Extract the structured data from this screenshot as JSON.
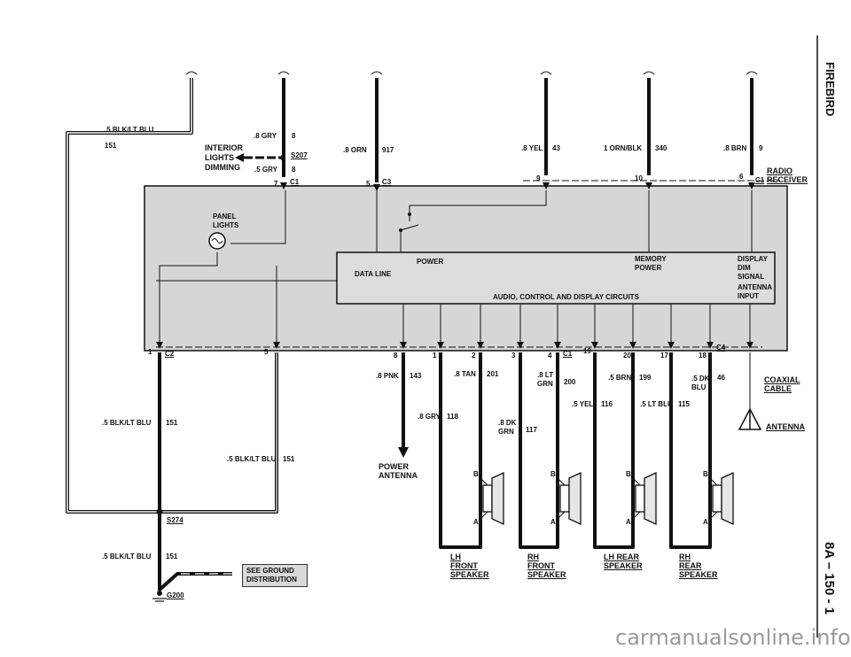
{
  "page": {
    "side_title": "FIREBIRD",
    "page_number": "8A – 150 - 1",
    "watermark": "carmanualsonline.info"
  },
  "component": {
    "name": "RADIO RECEIVER",
    "panel_lights": "PANEL LIGHTS",
    "data_line": "DATA LINE",
    "power": "POWER",
    "memory_power": "MEMORY POWER",
    "display_dim_signal": "DISPLAY DIM SIGNAL",
    "antenna_input": "ANTENNA INPUT",
    "circuits": "AUDIO, CONTROL AND DISPLAY CIRCUITS"
  },
  "connectors": {
    "c1": "C1",
    "c2": "C2",
    "c3": "C3",
    "c4": "C4",
    "s207": "S207",
    "s274": "S274",
    "g200": "G200"
  },
  "pins": {
    "c1_7": "7",
    "c3_5": "5",
    "c1_9": "9",
    "c1_10": "10",
    "c1_6": "6",
    "c2_1": "1",
    "c2_5": "5",
    "c4_8": "8",
    "c4_1": "1",
    "c4_2": "2",
    "c4_3": "3",
    "c4_4": "4",
    "c4_19": "19",
    "c4_20": "20",
    "c4_17": "17",
    "c4_18": "18"
  },
  "interior": {
    "label_1": "INTERIOR",
    "label_2": "LIGHTS",
    "label_3": "DIMMING"
  },
  "wires": {
    "w_blk_top": {
      "gauge": ".5 BLK/LT BLU",
      "circuit": "151"
    },
    "w_gry_8_top": {
      "gauge": ".8 GRY",
      "circuit": "8"
    },
    "w_gry_5": {
      "gauge": ".5 GRY",
      "circuit": "8"
    },
    "w_orn": {
      "gauge": ".8 ORN",
      "circuit": "917"
    },
    "w_yel": {
      "gauge": ".8 YEL",
      "circuit": "43"
    },
    "w_orn_blk": {
      "gauge": "1 ORN/BLK",
      "circuit": "340"
    },
    "w_brn": {
      "gauge": ".8 BRN",
      "circuit": "9"
    },
    "w_blk_left": {
      "gauge": ".5 BLK/LT BLU",
      "circuit": "151"
    },
    "w_blk_mid": {
      "gauge": ".5 BLK/LT BLU",
      "circuit": "151"
    },
    "w_blk_bot": {
      "gauge": ".5 BLK/LT BLU",
      "circuit": "151"
    },
    "w_pnk": {
      "gauge": ".8 PNK",
      "circuit": "143"
    },
    "w_gry_118": {
      "gauge": ".8 GRY",
      "circuit": "118"
    },
    "w_tan": {
      "gauge": ".8 TAN",
      "circuit": "201"
    },
    "w_dkgrn": {
      "gauge": ".8 DK GRN",
      "circuit": "117"
    },
    "w_ltgrn": {
      "gauge": ".8 LT GRN",
      "circuit": "200"
    },
    "w_yel_116": {
      "gauge": ".5 YEL",
      "circuit": "116"
    },
    "w_brn_199": {
      "gauge": ".5 BRN",
      "circuit": "199"
    },
    "w_ltblu": {
      "gauge": ".5 LT BLU",
      "circuit": "115"
    },
    "w_dkblu": {
      "gauge": ".5 DK BLU",
      "circuit": "46"
    }
  },
  "outputs": {
    "power_antenna": "POWER ANTENNA",
    "coaxial_cable": "COAXIAL CABLE",
    "antenna": "ANTENNA",
    "see_ground": "SEE GROUND DISTRIBUTION",
    "speaker_pin_b": "B",
    "speaker_pin_a": "A",
    "lh_front": "LH FRONT SPEAKER",
    "rh_front": "RH FRONT SPEAKER",
    "lh_rear": "LH REAR SPEAKER",
    "rh_rear": "RH REAR SPEAKER"
  }
}
